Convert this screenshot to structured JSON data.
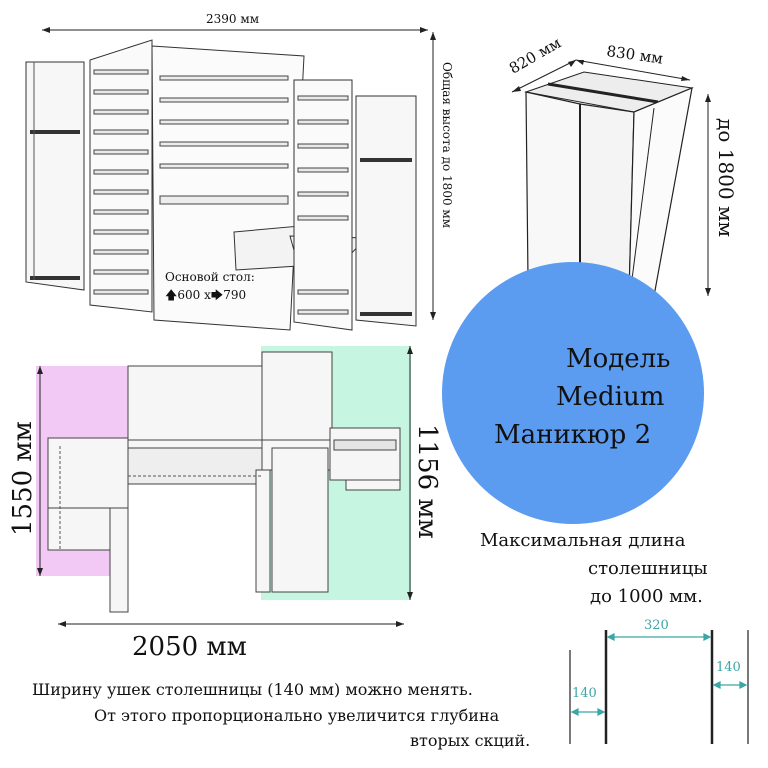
{
  "top_view": {
    "width_label": "2390 мм",
    "height_label": "Общая высота до 1800 мм",
    "desk_label_line1": "Основой стол:",
    "desk_label_line2": "600 х",
    "desk_label_line3": "790",
    "arrow_up_glyph": "🡅",
    "arrow_right_glyph": "🡆"
  },
  "cabinet_3d": {
    "depth_label": "820 мм",
    "width_label": "830 мм",
    "height_label": "до 1800 мм"
  },
  "model": {
    "line1": "Модель",
    "line2": "Medium",
    "line3": "Маникюр 2",
    "circle_color": "#5b9bf0"
  },
  "plan_view": {
    "left_height_label": "1550 мм",
    "right_height_label": "1156 мм",
    "width_label": "2050 мм",
    "pink_color": "#f2c8f4",
    "green_color": "#c6f5e2"
  },
  "notes": {
    "max_length_line1": "Максимальная длина",
    "max_length_line2": "столешницы",
    "max_length_line3": "до 1000 мм.",
    "ears_line1": "Ширину ушек столешницы (140 мм) можно менять.",
    "ears_line2": "От этого пропорционально увеличится глубина",
    "ears_line3": "вторых скций."
  },
  "ear_diagram": {
    "center_label": "320",
    "left_label": "140",
    "right_label": "140",
    "accent_color": "#3aa6a6"
  }
}
